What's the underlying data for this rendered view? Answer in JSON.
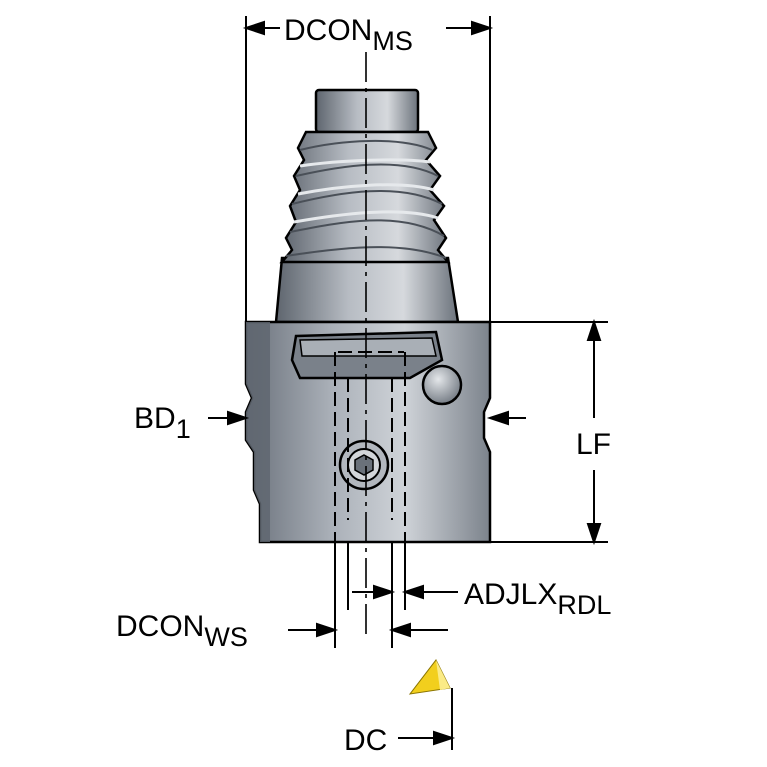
{
  "labels": {
    "dcon_ms": {
      "main": "DCON",
      "sub": "MS"
    },
    "bd1": {
      "main": "BD",
      "sub": "1"
    },
    "lf": {
      "main": "LF"
    },
    "adjlx_rdl": {
      "main": "ADJLX",
      "sub": "RDL"
    },
    "dcon_ws": {
      "main": "DCON",
      "sub": "WS"
    },
    "dc": {
      "main": "DC"
    }
  },
  "colors": {
    "body_dark": "#5f6670",
    "body_mid": "#8c939d",
    "body_light": "#c9ced4",
    "insert": "#f2cf1d",
    "line": "#000000"
  }
}
